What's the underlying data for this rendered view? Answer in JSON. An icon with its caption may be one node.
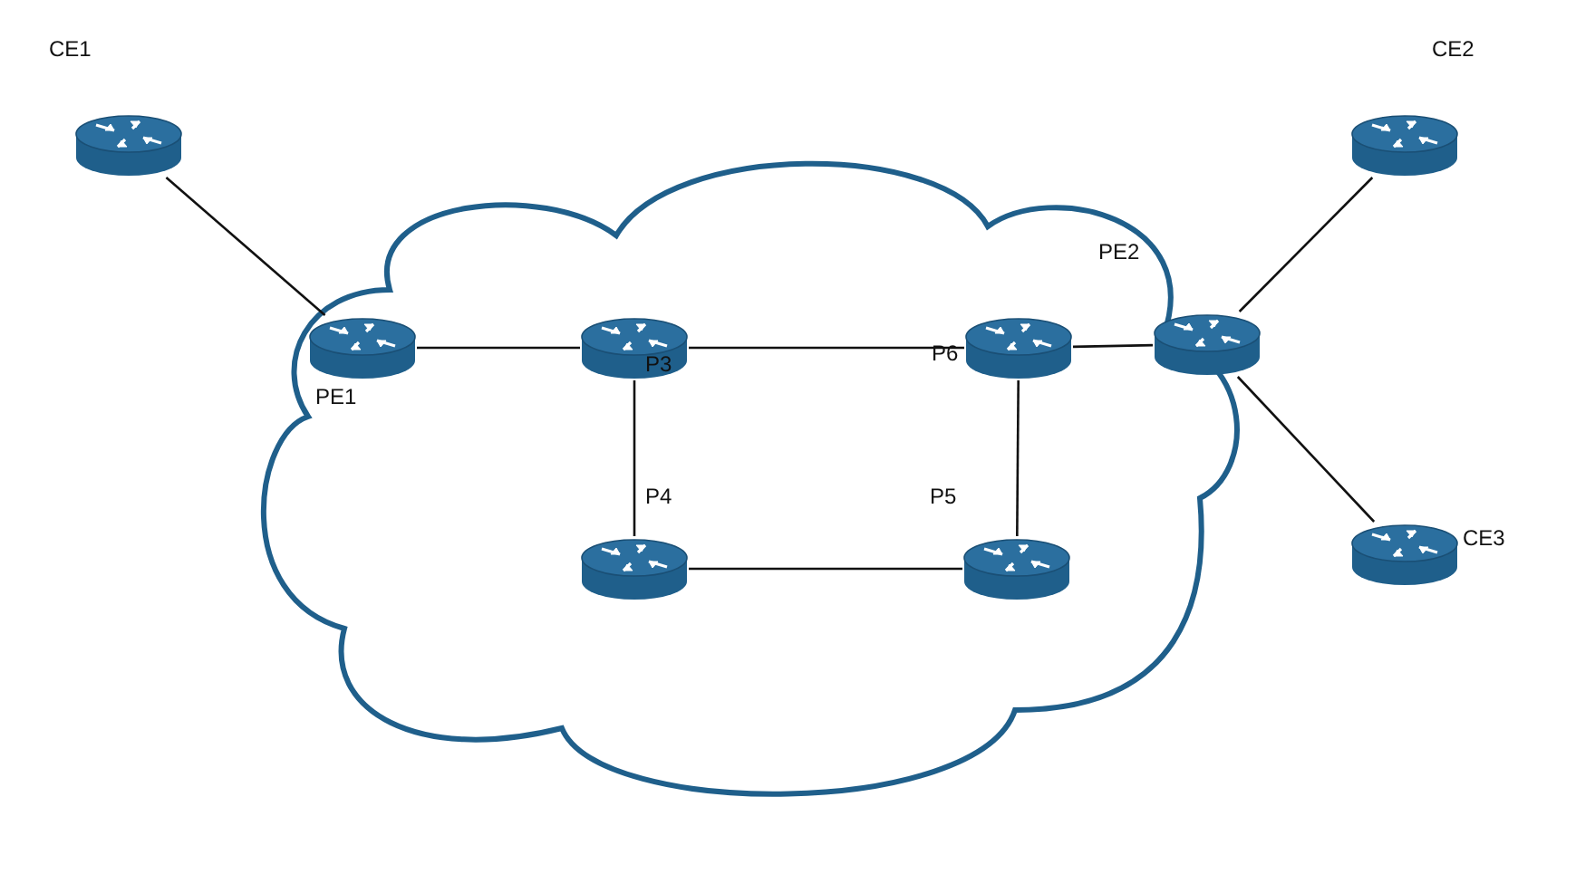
{
  "diagram": {
    "nodes": [
      {
        "text": [
          "CE1"
        ]
      },
      {
        "text": [
          "CE2"
        ]
      },
      {
        "text": [
          "PE2"
        ]
      },
      {
        "text": [
          "PE1"
        ]
      },
      {
        "text": [
          "P3"
        ]
      },
      {
        "text": [
          "P6"
        ]
      },
      {
        "text": [
          "P4"
        ]
      },
      {
        "text": [
          "P5"
        ]
      },
      {
        "text": [
          "CE3"
        ]
      }
    ],
    "edges": [
      {
        "from": 0,
        "to": 3,
        "arrow": "none"
      },
      {
        "from": 3,
        "to": 4,
        "arrow": "none"
      },
      {
        "from": 4,
        "to": 5,
        "arrow": "none"
      },
      {
        "from": 5,
        "to": 2,
        "arrow": "none"
      },
      {
        "from": 2,
        "to": 1,
        "arrow": "none"
      },
      {
        "from": 2,
        "to": 8,
        "arrow": "none"
      },
      {
        "from": 4,
        "to": 6,
        "arrow": "none"
      },
      {
        "from": 6,
        "to": 7,
        "arrow": "none"
      },
      {
        "from": 7,
        "to": 5,
        "arrow": "none"
      }
    ]
  }
}
